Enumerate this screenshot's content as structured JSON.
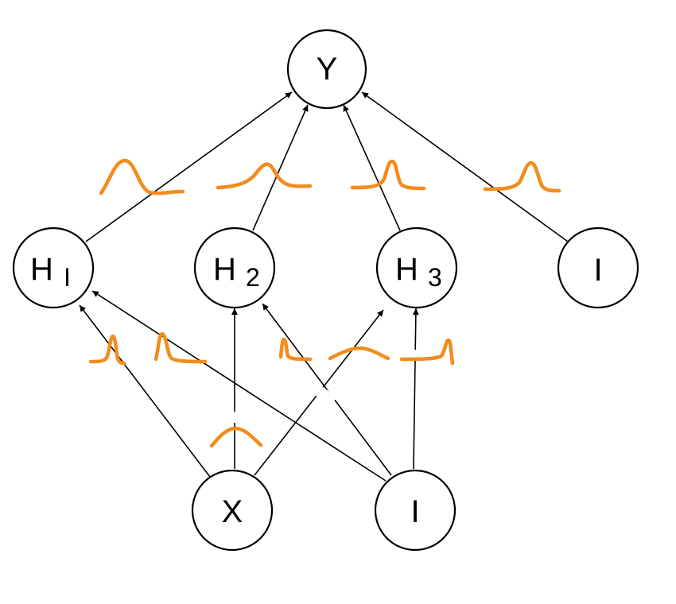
{
  "colors": {
    "node_stroke": "#000000",
    "edge": "#000000",
    "distribution": "#f28c1c"
  },
  "nodes": {
    "y": {
      "label": "Y",
      "subscript": ""
    },
    "h1": {
      "label": "H",
      "subscript": "I"
    },
    "h2": {
      "label": "H",
      "subscript": "2"
    },
    "h3": {
      "label": "H",
      "subscript": "3"
    },
    "i_top": {
      "label": "I",
      "subscript": ""
    },
    "x": {
      "label": "X",
      "subscript": ""
    },
    "i_bottom": {
      "label": "I",
      "subscript": ""
    }
  },
  "edges": [
    {
      "from": "h1",
      "to": "y"
    },
    {
      "from": "h2",
      "to": "y"
    },
    {
      "from": "h3",
      "to": "y"
    },
    {
      "from": "i_top",
      "to": "y"
    },
    {
      "from": "x",
      "to": "h1"
    },
    {
      "from": "x",
      "to": "h2"
    },
    {
      "from": "x",
      "to": "h3"
    },
    {
      "from": "i_bottom",
      "to": "h1"
    },
    {
      "from": "i_bottom",
      "to": "h2"
    },
    {
      "from": "i_bottom",
      "to": "h3"
    }
  ]
}
